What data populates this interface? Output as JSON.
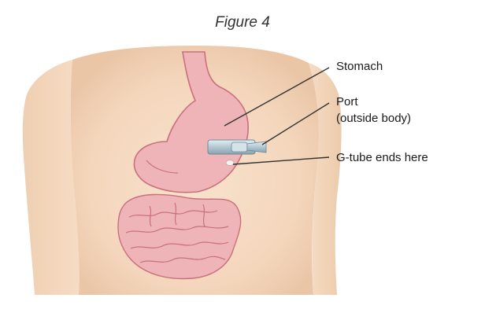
{
  "figure": {
    "caption": "Figure 4"
  },
  "labels": {
    "stomach": "Stomach",
    "port_line1": "Port",
    "port_line2": "(outside body)",
    "gtube": "G-tube ends here"
  },
  "colors": {
    "skin": "#f6dcc4",
    "skin_shadow": "#e8c3a4",
    "organ": "#eeb4b8",
    "organ_outline": "#c9707b",
    "port": "#b9cdd6",
    "leader_line": "#333333"
  }
}
